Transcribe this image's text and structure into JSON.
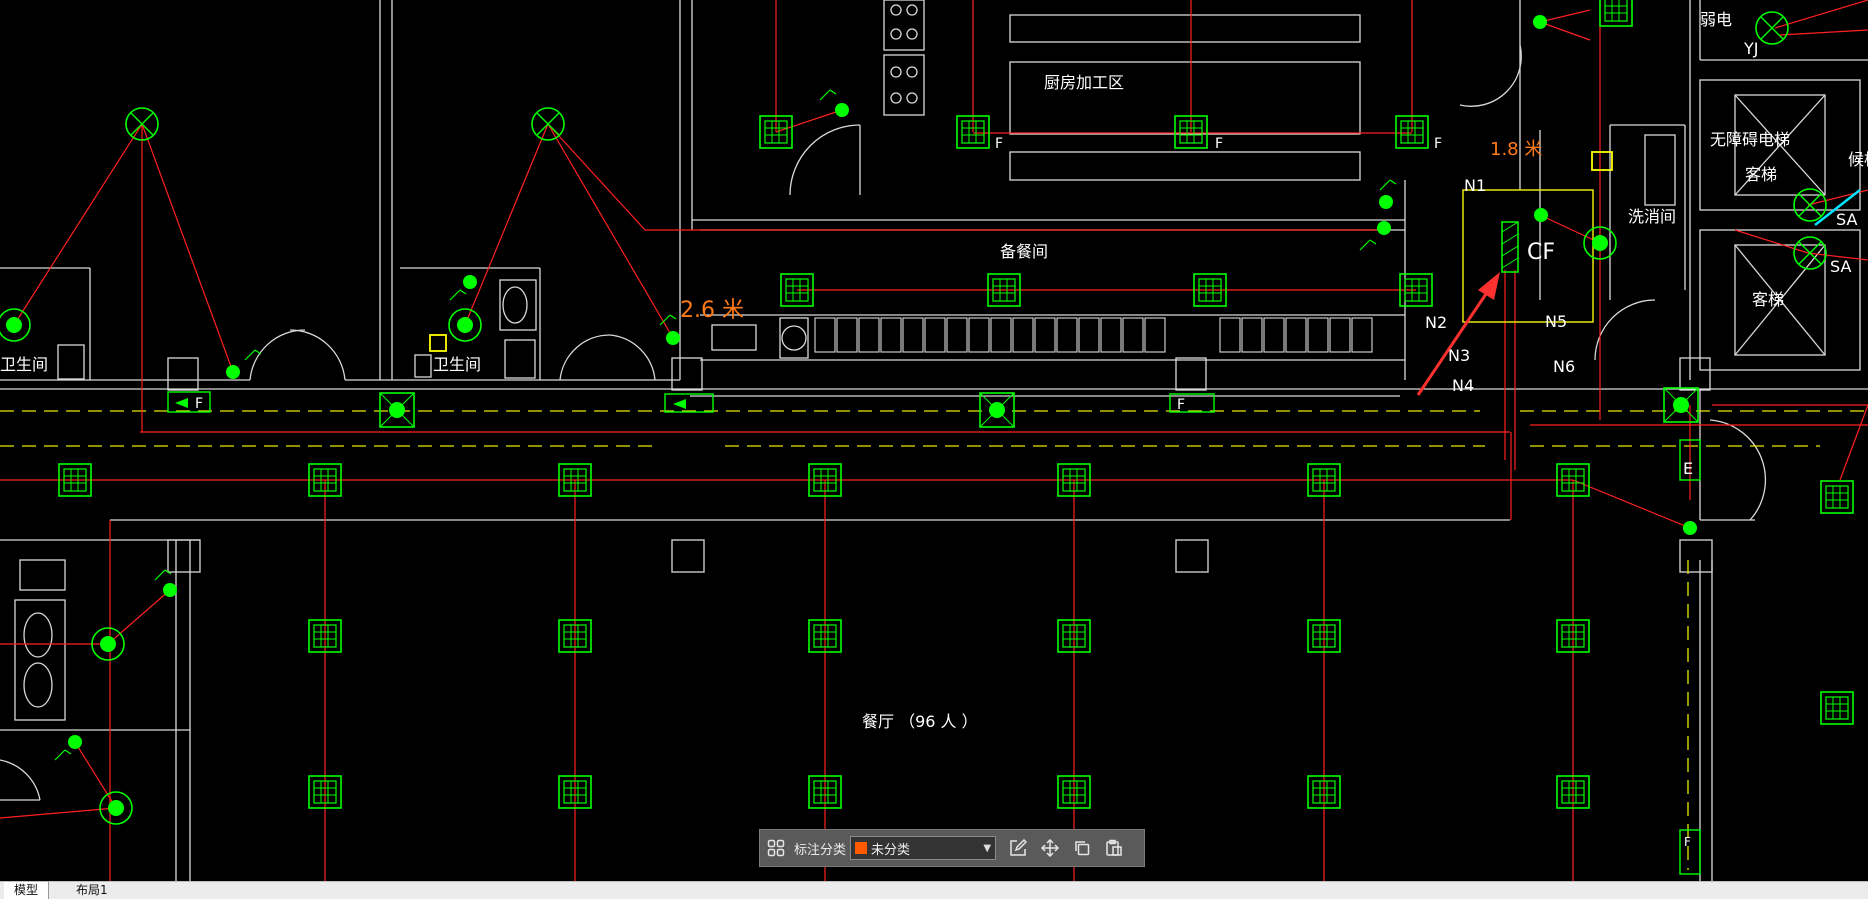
{
  "colors": {
    "background": "#000000",
    "wall": "#d9d9d9",
    "wire": "#ff2020",
    "fixture": "#00ff00",
    "dashed": "#e8e800",
    "annotation_orange": "#ff7a1a",
    "highlight_yellow": "#ffff00",
    "arrow": "#ff3030",
    "cyan": "#00e5ff"
  },
  "drawing": {
    "room_labels": {
      "kitchen": "厨房加工区",
      "prep": "备餐间",
      "toilet_left": "卫生间",
      "toilet_mid": "卫生间",
      "wash": "洗消间",
      "weak_elec": "弱电",
      "accessible_elevator": "无障碍电梯",
      "elevator_a": "客梯",
      "elevator_b": "客梯",
      "elevator_edge": "候梯",
      "dining": "餐厅 （96 人 ）"
    },
    "tags": {
      "yj": "YJ",
      "sa1": "SA",
      "sa2": "SA",
      "n1": "N1",
      "n2": "N2",
      "n3": "N3",
      "n4": "N4",
      "n5": "N5",
      "n6": "N6",
      "cf": "CF",
      "e": "E",
      "f1": "F",
      "f2": "F",
      "f3": "F",
      "f4": "F",
      "f5": "F",
      "f6": "F"
    },
    "dimensions": {
      "d1": "2.6 米",
      "d2": "1.8 米"
    }
  },
  "toolbar": {
    "category_label": "标注分类",
    "selected_category": "未分类",
    "selected_color": "#ff5a00",
    "icons": [
      "grid-icon",
      "edit-icon",
      "move-icon",
      "copy-icon",
      "paste-icon"
    ]
  },
  "tabs": {
    "model": "模型",
    "layout1": "布局1"
  }
}
